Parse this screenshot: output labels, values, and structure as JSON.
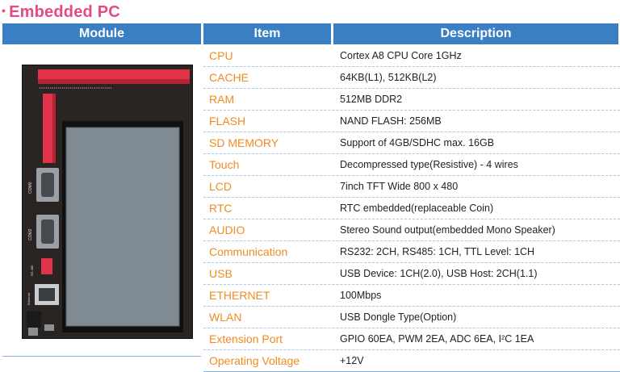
{
  "title": "Embedded PC",
  "bullet": "•",
  "headers": {
    "module": "Module",
    "item": "Item",
    "description": "Description"
  },
  "rows": [
    {
      "item": "CPU",
      "description": "Cortex A8 CPU Core 1GHz"
    },
    {
      "item": "CACHE",
      "description": "64KB(L1), 512KB(L2)"
    },
    {
      "item": "RAM",
      "description": "512MB DDR2"
    },
    {
      "item": "FLASH",
      "description": "NAND FLASH: 256MB"
    },
    {
      "item": "SD MEMORY",
      "description": "Support of  4GB/SDHC max. 16GB"
    },
    {
      "item": "Touch",
      "description": "Decompressed type(Resistive) - 4 wires"
    },
    {
      "item": "LCD",
      "description": "7inch TFT Wide 800 x 480"
    },
    {
      "item": "RTC",
      "description": "RTC embedded(replaceable Coin)"
    },
    {
      "item": "AUDIO",
      "description": "Stereo Sound output(embedded Mono Speaker)"
    },
    {
      "item": "Communication",
      "description": "RS232: 2CH, RS485: 1CH, TTL Level: 1CH"
    },
    {
      "item": "USB",
      "description": "USB Device: 1CH(2.0), USB Host: 2CH(1.1)"
    },
    {
      "item": "ETHERNET",
      "description": "100Mbps"
    },
    {
      "item": "WLAN",
      "description": "USB Dongle Type(Option)"
    },
    {
      "item": "Extension Port",
      "description": "GPIO 60EA, PWM 2EA, ADC 6EA, I²C 1EA"
    },
    {
      "item": "Operating Voltage",
      "description": "+12V"
    }
  ],
  "board_labels": {
    "com0": "COM0",
    "com2": "COM2",
    "rs485": "RS 485",
    "ethernet": "Ethernet"
  },
  "colors": {
    "title": "#e64a86",
    "header_bg": "#3a7fc4",
    "item_text": "#ef8b22",
    "board": "#2a2422",
    "connector": "#e0344b",
    "lcd": "#7f8a92"
  }
}
